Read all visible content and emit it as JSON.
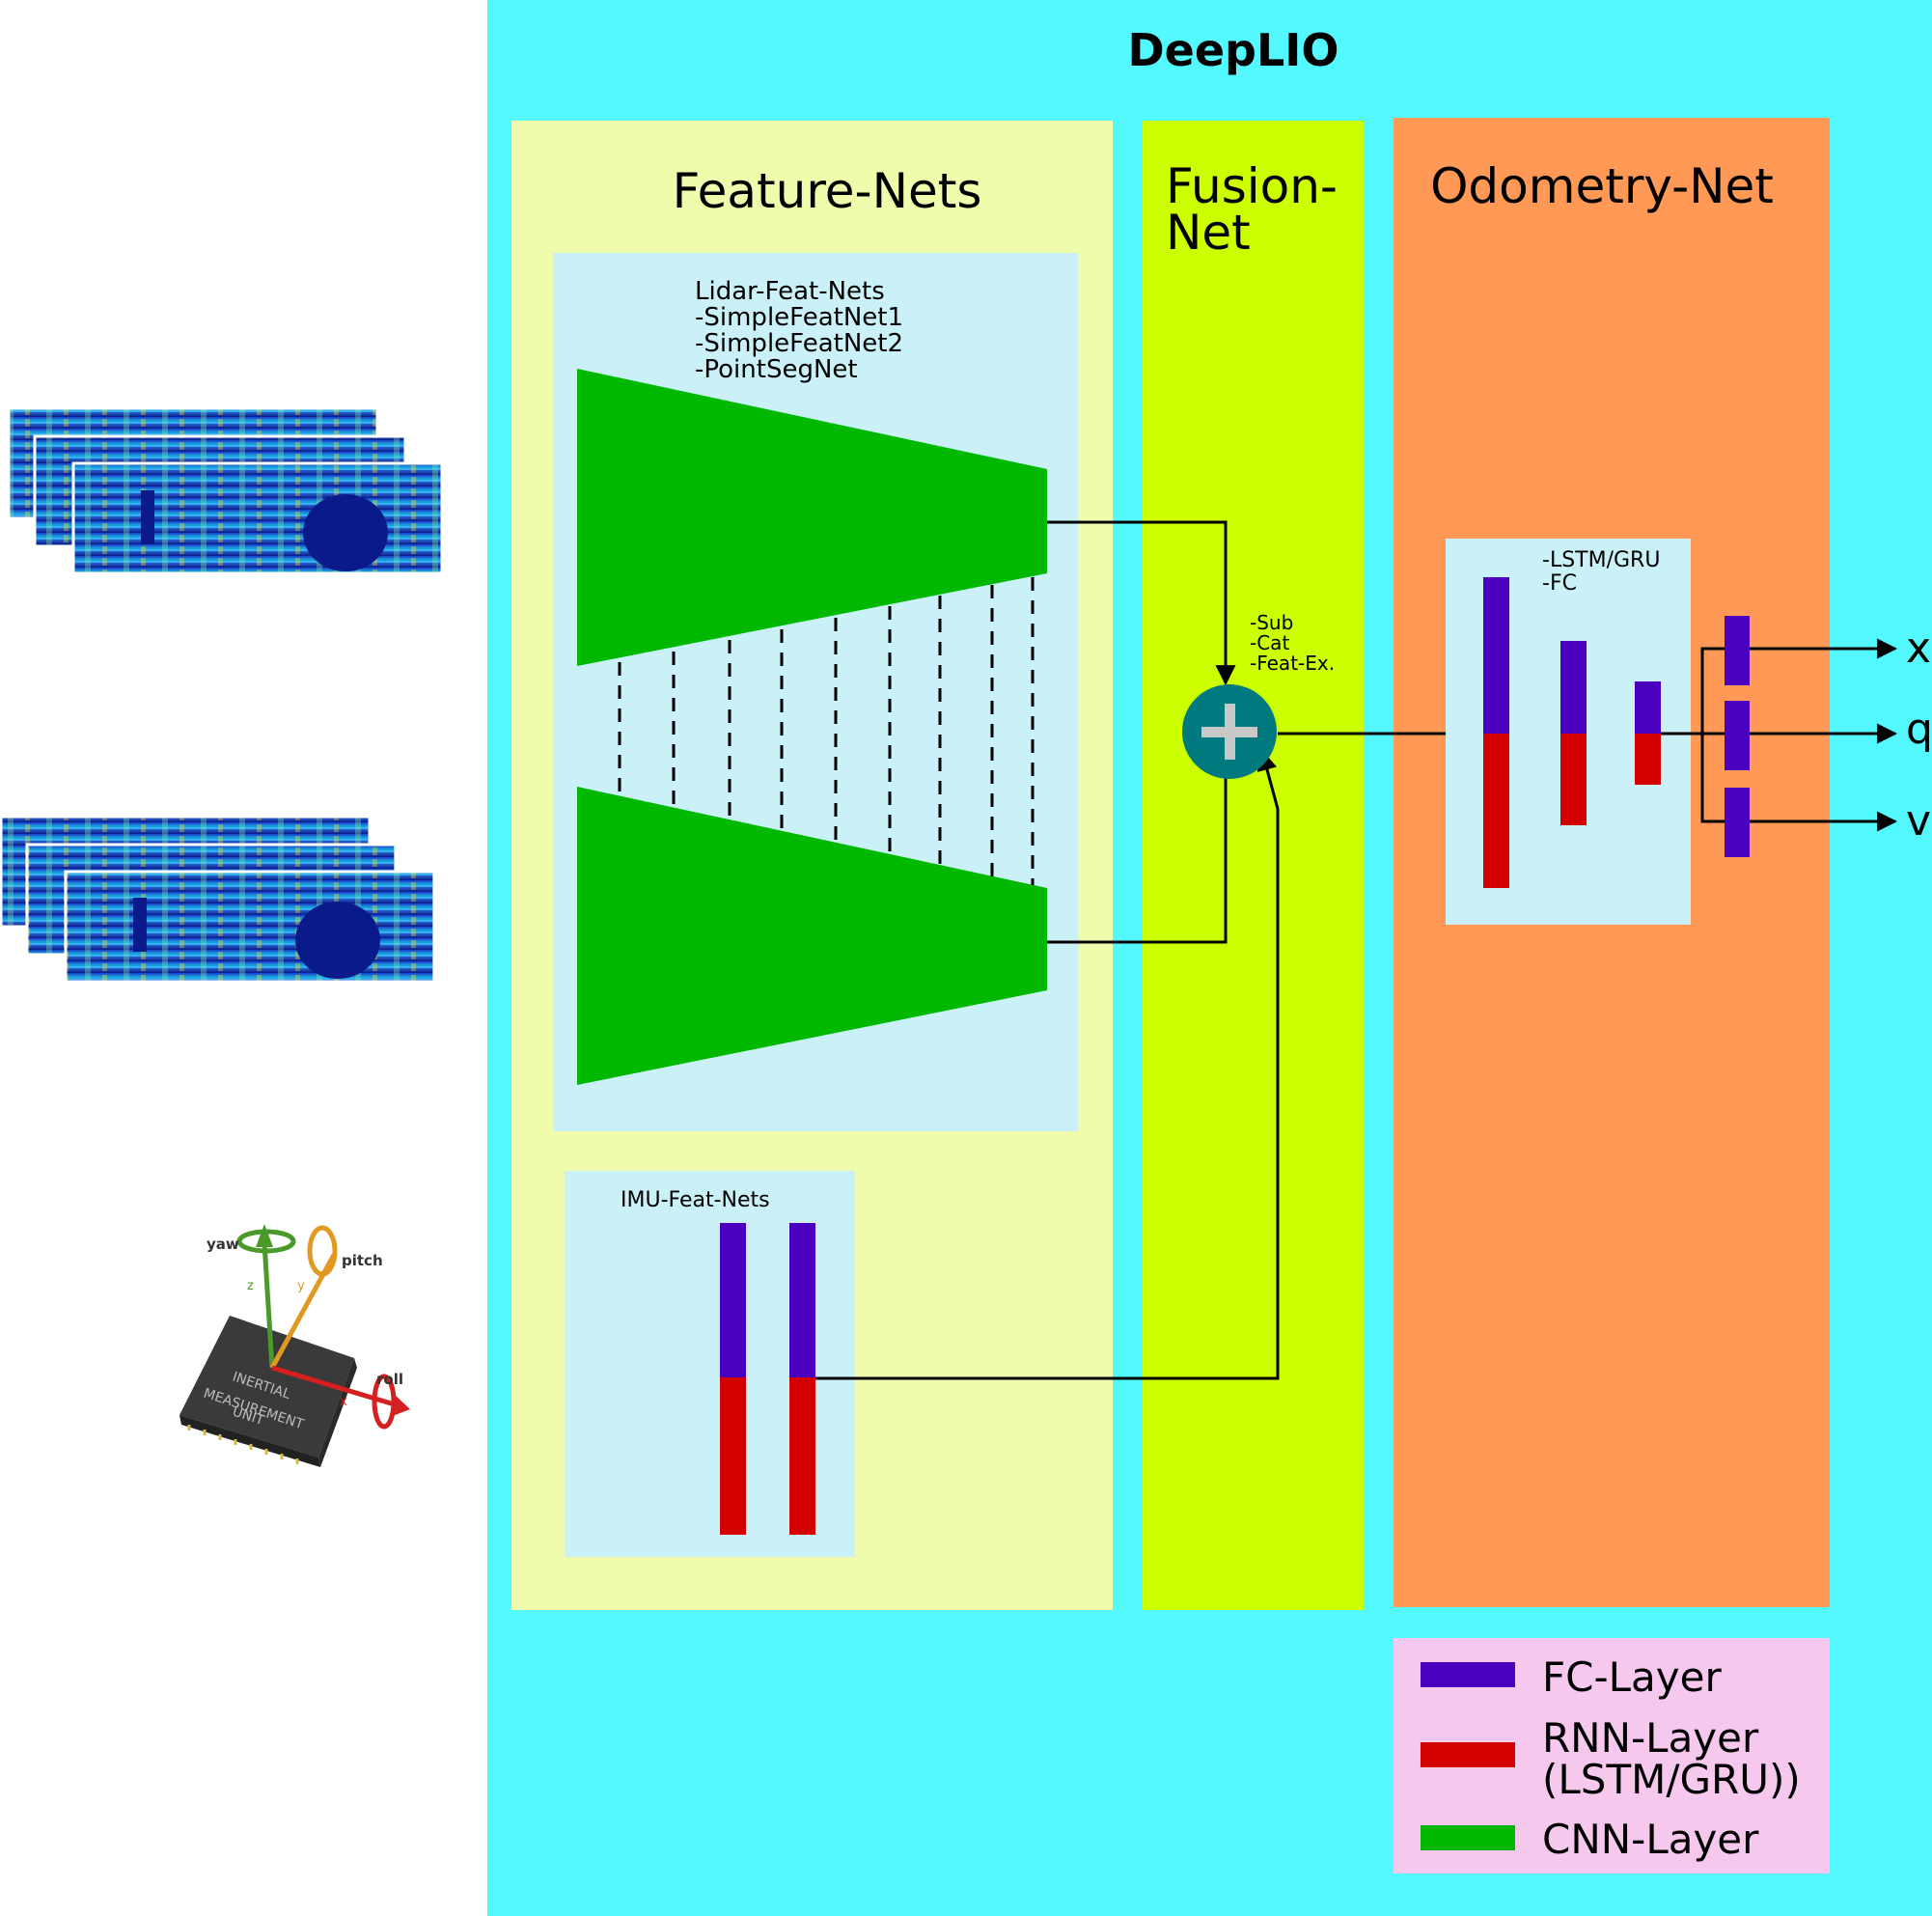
{
  "title": "DeepLIO",
  "panels": {
    "feature_nets": "Feature-Nets",
    "fusion_net": {
      "line1": "Fusion-",
      "line2": "Net"
    },
    "odometry_net": "Odometry-Net"
  },
  "lidar_feat_nets": {
    "header": "Lidar-Feat-Nets",
    "options": [
      "-SimpleFeatNet1",
      "-SimpleFeatNet2",
      "-PointSegNet"
    ]
  },
  "imu_feat_nets": {
    "header": "IMU-Feat-Nets"
  },
  "fusion_ops": [
    "-Sub",
    "-Cat",
    "-Feat-Ex."
  ],
  "odometry_ops": [
    "-LSTM/GRU",
    "-FC"
  ],
  "outputs": [
    "x",
    "q",
    "v"
  ],
  "imu_image": {
    "axis_labels": {
      "yaw": "yaw",
      "pitch": "pitch",
      "roll": "roll",
      "z": "z",
      "y": "y",
      "x": "x"
    },
    "chip_text": [
      "INERTIAL",
      "MEASUREMENT",
      "UNIT"
    ]
  },
  "legend": [
    {
      "label": "FC-Layer",
      "color": "#4a00be"
    },
    {
      "label": "RNN-Layer",
      "label2": "(LSTM/GRU))",
      "color": "#d40000"
    },
    {
      "label": "CNN-Layer",
      "color": "#00b800"
    }
  ],
  "colors": {
    "deeplio_bg": "#54f8ff",
    "feature_panel": "#f0fcab",
    "fusion_panel": "#ccff00",
    "odometry_panel": "#ff9955",
    "inner_box": "#c9f1f7",
    "legend_bg": "#f6c8ee",
    "fc": "#4a00be",
    "rnn": "#d40000",
    "cnn": "#00b800",
    "fusion_node": "#007a7e"
  }
}
